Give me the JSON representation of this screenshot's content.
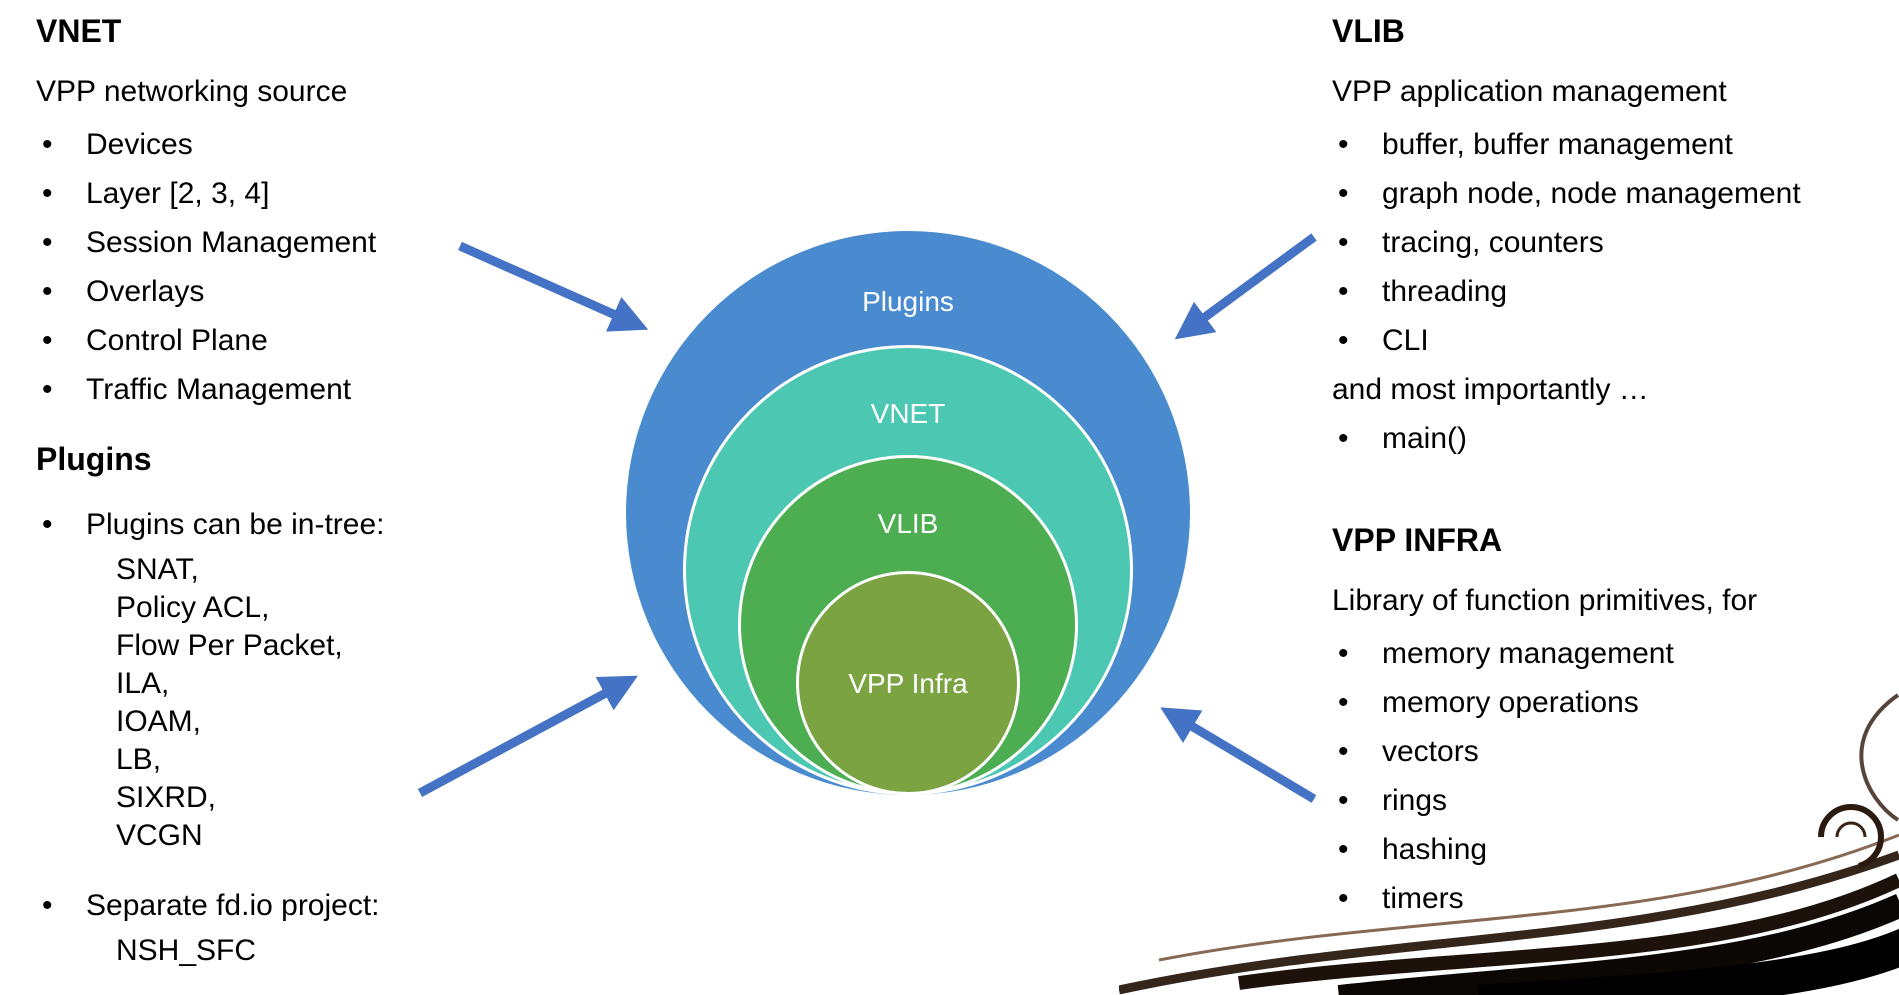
{
  "left": {
    "vnet": {
      "heading": "VNET",
      "subtitle": "VPP networking source",
      "bullets": [
        "Devices",
        "Layer [2, 3, 4]",
        "Session Management",
        "Overlays",
        "Control Plane",
        "Traffic Management"
      ]
    },
    "plugins": {
      "heading": "Plugins",
      "bullet1": "Plugins can be in-tree:",
      "in_tree_items": [
        "SNAT,",
        "Policy ACL,",
        "Flow Per Packet,",
        "ILA,",
        "IOAM,",
        "LB,",
        "SIXRD,",
        "VCGN"
      ],
      "bullet2": "Separate fd.io project:",
      "separate_items": [
        "NSH_SFC"
      ]
    }
  },
  "right": {
    "vlib": {
      "heading": "VLIB",
      "subtitle": "VPP application management",
      "bullets": [
        "buffer, buffer management",
        "graph node, node management",
        "tracing, counters",
        "threading",
        "CLI"
      ],
      "note": "and most importantly …",
      "extra_bullets": [
        "main()"
      ]
    },
    "vpp_infra": {
      "heading": "VPP INFRA",
      "subtitle": "Library of function primitives, for",
      "bullets": [
        "memory management",
        "memory operations",
        "vectors",
        "rings",
        "hashing",
        "timers"
      ]
    }
  },
  "diagram": {
    "rings": [
      {
        "label": "Plugins",
        "color": "#4a8bd0"
      },
      {
        "label": "VNET",
        "color": "#4cc8b2"
      },
      {
        "label": "VLIB",
        "color": "#4cae50"
      },
      {
        "label": "VPP Infra",
        "color": "#7ba342"
      }
    ],
    "arrow_color": "#4472c4"
  }
}
